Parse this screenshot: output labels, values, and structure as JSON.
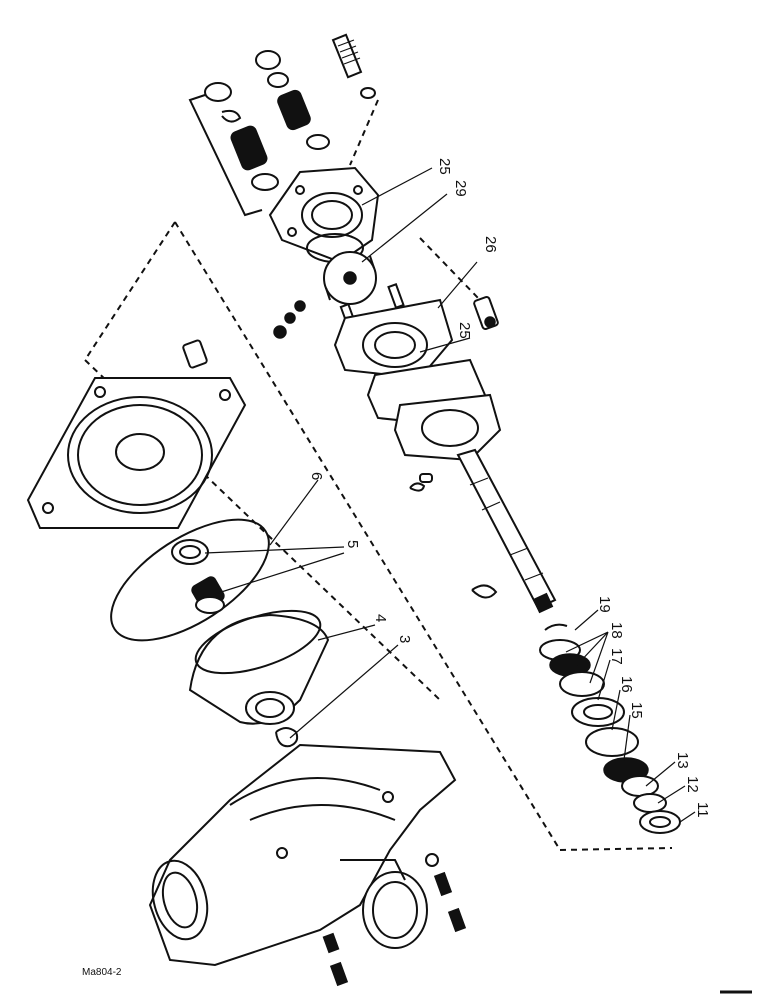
{
  "figure": {
    "code": "Ma804-2",
    "callouts": {
      "c3": "3",
      "c4": "4",
      "c5": "5",
      "c6": "6",
      "c11": "11",
      "c12": "12",
      "c13": "13",
      "c15": "15",
      "c16": "16",
      "c17": "17",
      "c18": "18",
      "c19": "19",
      "c25a": "25",
      "c25b": "25",
      "c26": "26",
      "c29": "29"
    }
  }
}
